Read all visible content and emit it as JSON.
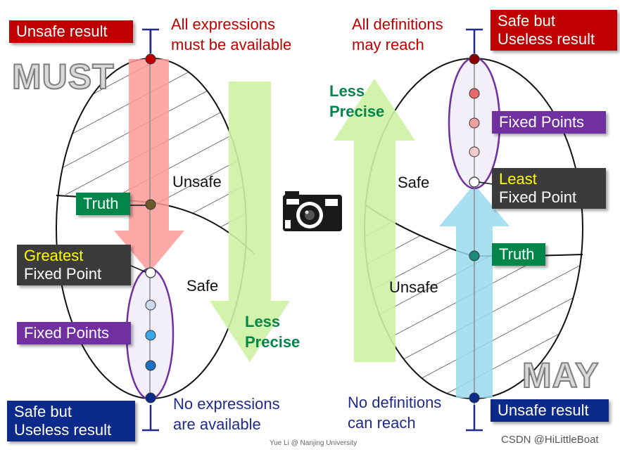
{
  "must": {
    "label": "MUST",
    "top_box": "Unsafe result",
    "top_text_line1": "All expressions",
    "top_text_line2": "must be available",
    "unsafe_label": "Unsafe",
    "safe_label": "Safe",
    "truth_box": "Truth",
    "greatest_line1": "Greatest",
    "greatest_line2": "Fixed Point",
    "fixed_points_box": "Fixed Points",
    "bottom_box_line1": "Safe but",
    "bottom_box_line2": "Useless result",
    "bottom_text_line1": "No expressions",
    "bottom_text_line2": "are available",
    "less_line1": "Less",
    "less_line2": "Precise"
  },
  "may": {
    "label": "MAY",
    "top_box_line1": "Safe but",
    "top_box_line2": "Useless result",
    "top_text_line1": "All definitions",
    "top_text_line2": "may reach",
    "safe_label": "Safe",
    "unsafe_label": "Unsafe",
    "least_line1": "Least",
    "least_line2": "Fixed Point",
    "fixed_points_box": "Fixed Points",
    "truth_box": "Truth",
    "bottom_box": "Unsafe result",
    "bottom_text_line1": "No definitions",
    "bottom_text_line2": "can reach",
    "less_line1": "Less",
    "less_line2": "Precise"
  },
  "footer": "Yue Li @ Nanjing University",
  "watermark": "CSDN @HiLittleBoat",
  "icons": [
    "camera-icon",
    "top-symbol",
    "bottom-symbol"
  ],
  "colors": {
    "red_box": "#c00000",
    "green_box": "#00864a",
    "purple_box": "#7030a0",
    "dark_box": "#3b3b3b",
    "navy_box": "#0c2a8a",
    "red_arrow": "#ff9999",
    "green_arrow": "#ccf2a3",
    "blue_arrow": "#99d9ef"
  }
}
